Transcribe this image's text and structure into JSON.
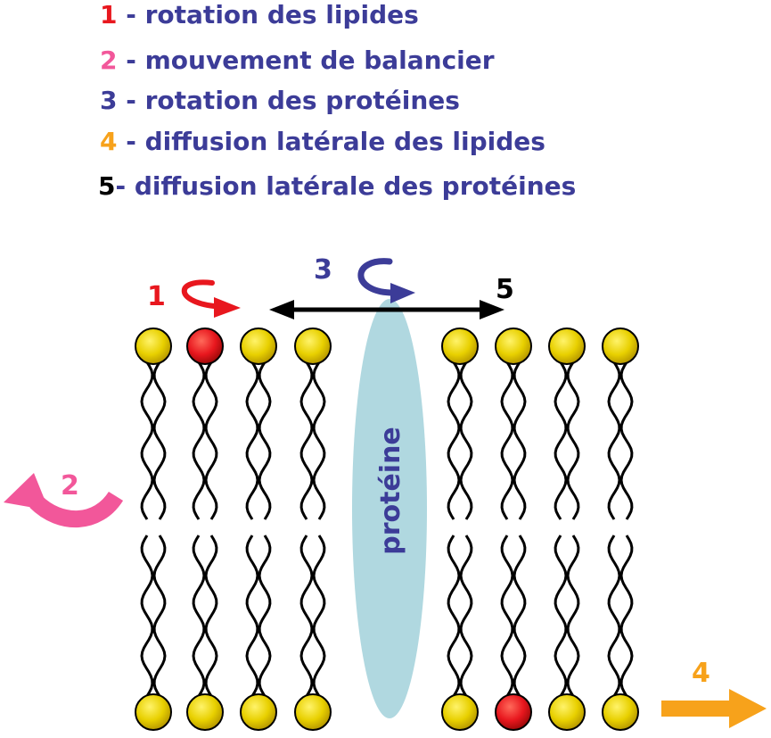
{
  "legend": [
    {
      "number": "1",
      "separator": " - ",
      "label": "rotation des lipides",
      "color": "#e8171e"
    },
    {
      "number": "2",
      "separator": " - ",
      "label": "mouvement de balancier",
      "color": "#f2579a"
    },
    {
      "number": "3",
      "separator": " - ",
      "label": "rotation des protéines",
      "color": "#3c3c98"
    },
    {
      "number": "4",
      "separator": " - ",
      "label": "diffusion latérale des lipides",
      "color": "#f7a21b"
    },
    {
      "number": "5",
      "separator": "- ",
      "label": "diffusion latérale des protéines",
      "color": "#000000"
    }
  ],
  "legend_text_color": "#3c3c98",
  "markers": {
    "m1": "1",
    "m2": "2",
    "m3": "3",
    "m4": "4",
    "m5": "5"
  },
  "protein_label": "protéine",
  "colors": {
    "lipid_head": "#e8d000",
    "lipid_head_highlight": "#e8171e",
    "protein": "#b0d8e0",
    "tail": "#000000",
    "rotation_lipid": "#e8171e",
    "balance": "#f2579a",
    "rotation_protein": "#3c3c98",
    "diffusion_lipid": "#f7a21b",
    "diffusion_protein": "#000000"
  }
}
